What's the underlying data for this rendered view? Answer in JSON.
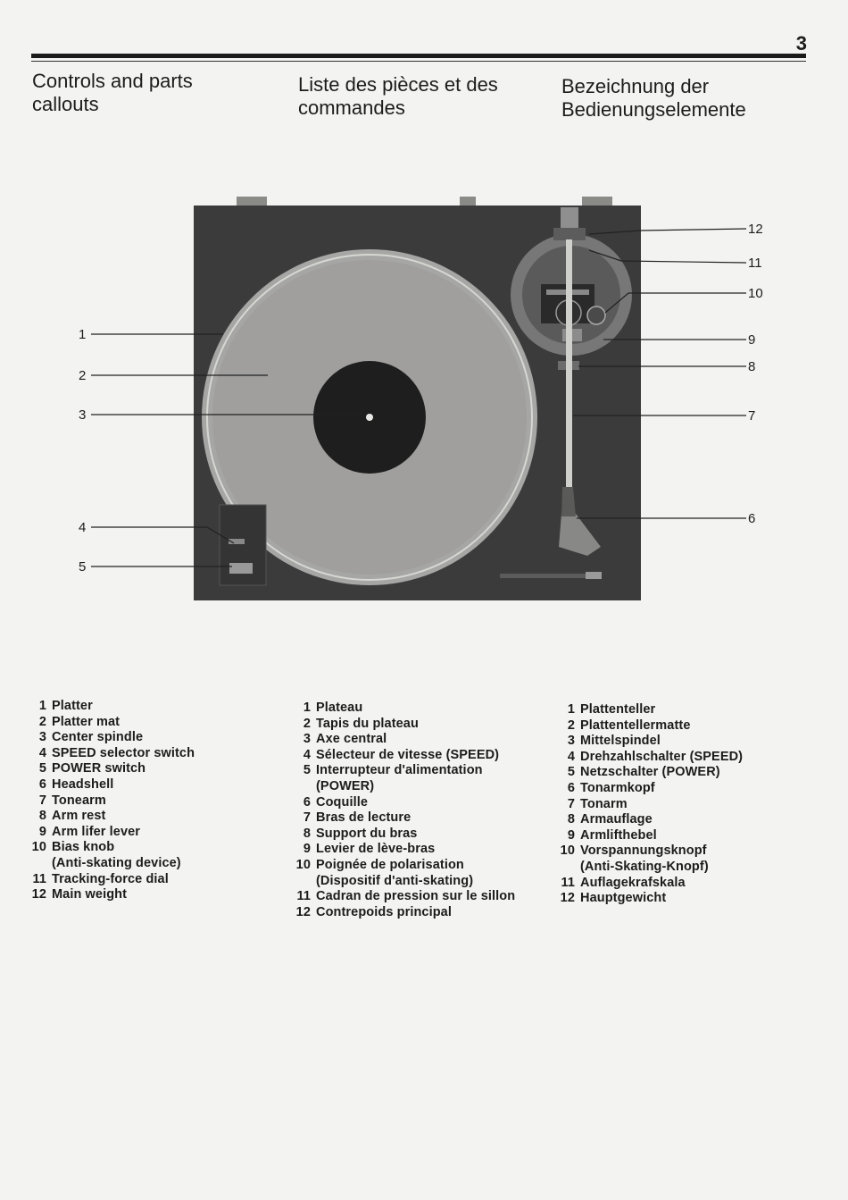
{
  "page_number": "3",
  "headings": {
    "en": [
      "Controls and parts",
      "callouts"
    ],
    "fr": [
      "Liste des pièces et des",
      "commandes"
    ],
    "de": [
      "Bezeichnung der",
      "Bedienungselemente"
    ]
  },
  "callouts_left": [
    "1",
    "2",
    "3",
    "4",
    "5"
  ],
  "callouts_right": [
    "12",
    "11",
    "10",
    "9",
    "8",
    "7",
    "6"
  ],
  "legend": {
    "en": [
      {
        "n": "1",
        "t": "Platter"
      },
      {
        "n": "2",
        "t": "Platter mat"
      },
      {
        "n": "3",
        "t": "Center spindle"
      },
      {
        "n": "4",
        "t": "SPEED selector switch"
      },
      {
        "n": "5",
        "t": "POWER switch"
      },
      {
        "n": "6",
        "t": "Headshell"
      },
      {
        "n": "7",
        "t": "Tonearm"
      },
      {
        "n": "8",
        "t": "Arm rest"
      },
      {
        "n": "9",
        "t": "Arm lifer lever"
      },
      {
        "n": "10",
        "t": "Bias knob"
      },
      {
        "n": "",
        "t": "(Anti-skating device)"
      },
      {
        "n": "11",
        "t": "Tracking-force dial"
      },
      {
        "n": "12",
        "t": "Main weight"
      }
    ],
    "fr": [
      {
        "n": "1",
        "t": "Plateau"
      },
      {
        "n": "2",
        "t": "Tapis du plateau"
      },
      {
        "n": "3",
        "t": "Axe central"
      },
      {
        "n": "4",
        "t": "Sélecteur de vitesse (SPEED)"
      },
      {
        "n": "5",
        "t": "Interrupteur d'alimentation"
      },
      {
        "n": "",
        "t": "(POWER)"
      },
      {
        "n": "6",
        "t": "Coquille"
      },
      {
        "n": "7",
        "t": "Bras de lecture"
      },
      {
        "n": "8",
        "t": "Support du bras"
      },
      {
        "n": "9",
        "t": "Levier de lève-bras"
      },
      {
        "n": "10",
        "t": "Poignée de polarisation"
      },
      {
        "n": "",
        "t": "(Dispositif d'anti-skating)"
      },
      {
        "n": "11",
        "t": "Cadran de pression sur le sillon"
      },
      {
        "n": "12",
        "t": "Contrepoids principal"
      }
    ],
    "de": [
      {
        "n": "1",
        "t": "Plattenteller"
      },
      {
        "n": "2",
        "t": "Plattentellermatte"
      },
      {
        "n": "3",
        "t": "Mittelspindel"
      },
      {
        "n": "4",
        "t": "Drehzahlschalter (SPEED)"
      },
      {
        "n": "5",
        "t": "Netzschalter (POWER)"
      },
      {
        "n": "6",
        "t": "Tonarmkopf"
      },
      {
        "n": "7",
        "t": "Tonarm"
      },
      {
        "n": "8",
        "t": "Armauflage"
      },
      {
        "n": "9",
        "t": "Armlifthebel"
      },
      {
        "n": "10",
        "t": "Vorspannungsknopf"
      },
      {
        "n": "",
        "t": "(Anti-Skating-Knopf)"
      },
      {
        "n": "11",
        "t": "Auflagekrafskala"
      },
      {
        "n": "12",
        "t": "Hauptgewicht"
      }
    ]
  }
}
